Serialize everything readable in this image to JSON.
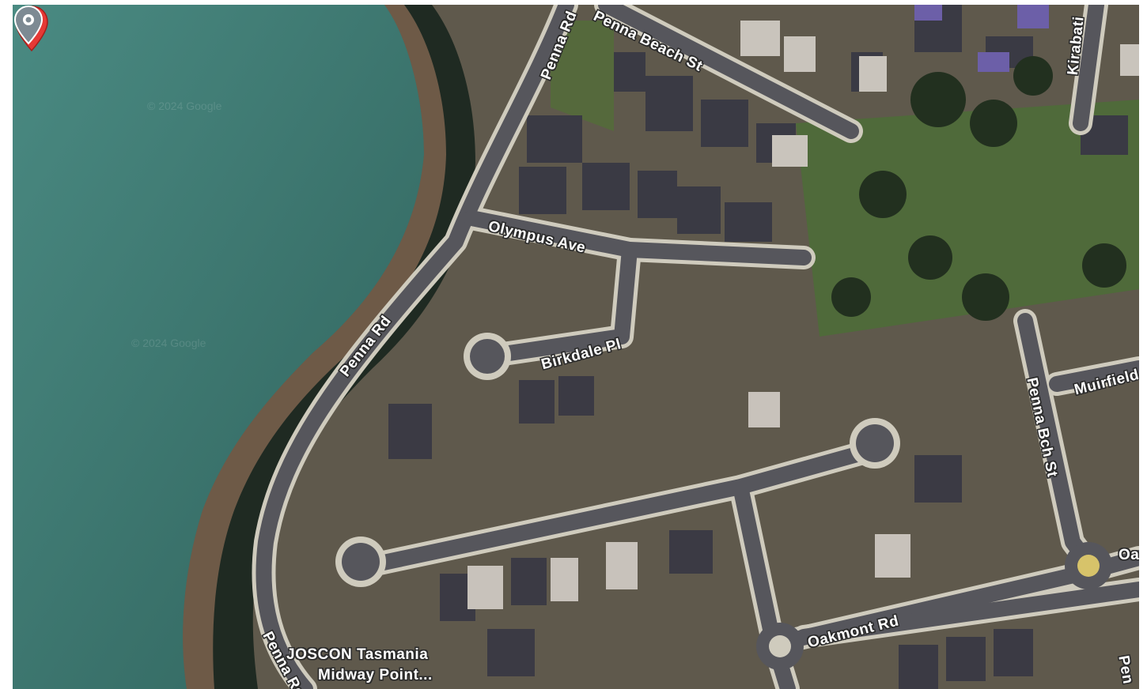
{
  "map": {
    "roads": {
      "penna_rd_top": "Penna Rd",
      "penna_rd_mid": "Penna Rd",
      "penna_rd_bottom": "Penna Rd",
      "penna_beach_st": "Penna Beach St",
      "kirabati": "Kirabati",
      "olympus_ave": "Olympus Ave",
      "birkdale_pl": "Birkdale Pl",
      "muirfield": "Muirfield",
      "penna_bch_st": "Penna Bch St",
      "oakmont_rd": "Oakmont Rd",
      "oa_partial": "Oa",
      "pen_partial": "Pen"
    },
    "place": {
      "line1": "JOSCON Tasmania",
      "line2": "Midway Point..."
    },
    "watermarks": [
      "© 2024 Google",
      "© 2024 Google"
    ],
    "icons": {
      "selected_marker": "red-location-pin-icon",
      "place_marker": "gray-place-pin-icon"
    },
    "colors": {
      "water": "#3f7a72",
      "land": "#5f594c",
      "road": "#5a5a5e",
      "road_edge": "#d8d4c8",
      "pin": "#e53935"
    }
  }
}
